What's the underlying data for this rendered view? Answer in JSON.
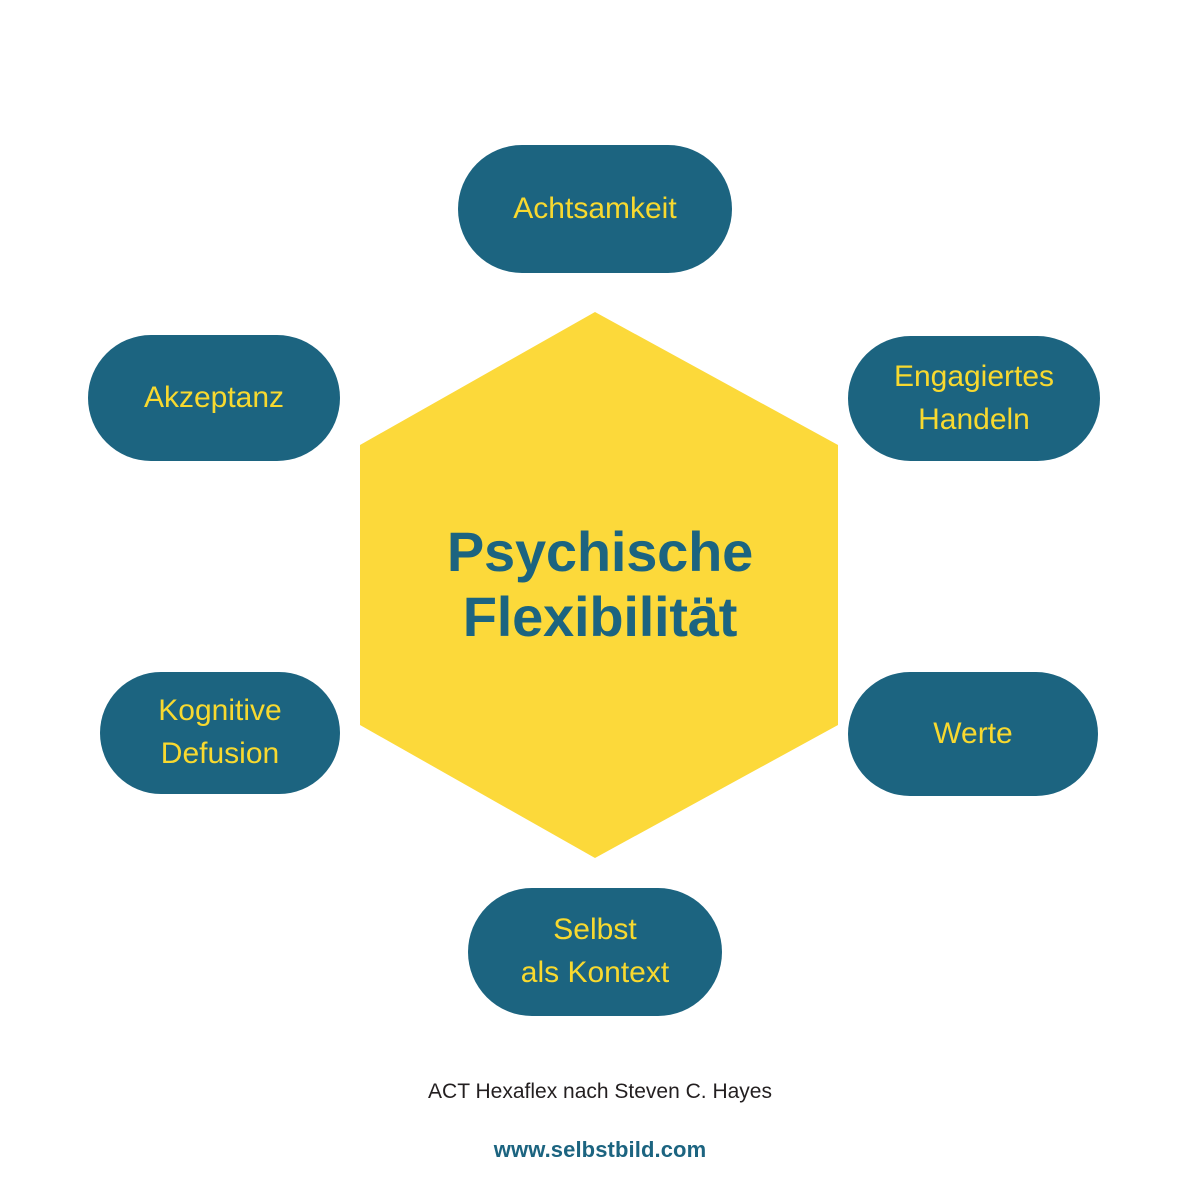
{
  "diagram": {
    "title_line1": "Psychische",
    "title_line2": "Flexibilität",
    "center_shape": "hexagon",
    "colors": {
      "background": "#FFFFFF",
      "hexagon_fill": "#FCD93A",
      "pill_fill": "#1C6480",
      "pill_text": "#F8D92F",
      "center_text": "#1C6480",
      "caption_text": "#231F20",
      "url_text": "#1C6480"
    },
    "nodes": [
      {
        "id": "achtsamkeit",
        "label": "Achtsamkeit",
        "position": "top"
      },
      {
        "id": "engagiertes-handeln",
        "label": "Engagiertes\nHandeln",
        "position": "top-right"
      },
      {
        "id": "werte",
        "label": "Werte",
        "position": "bottom-right"
      },
      {
        "id": "selbst-als-kontext",
        "label": "Selbst\nals Kontext",
        "position": "bottom"
      },
      {
        "id": "kognitive-defusion",
        "label": "Kognitive\nDefusion",
        "position": "bottom-left"
      },
      {
        "id": "akzeptanz",
        "label": "Akzeptanz",
        "position": "top-left"
      }
    ],
    "caption": "ACT Hexaflex nach Steven C. Hayes",
    "url": "www.selbstbild.com"
  }
}
